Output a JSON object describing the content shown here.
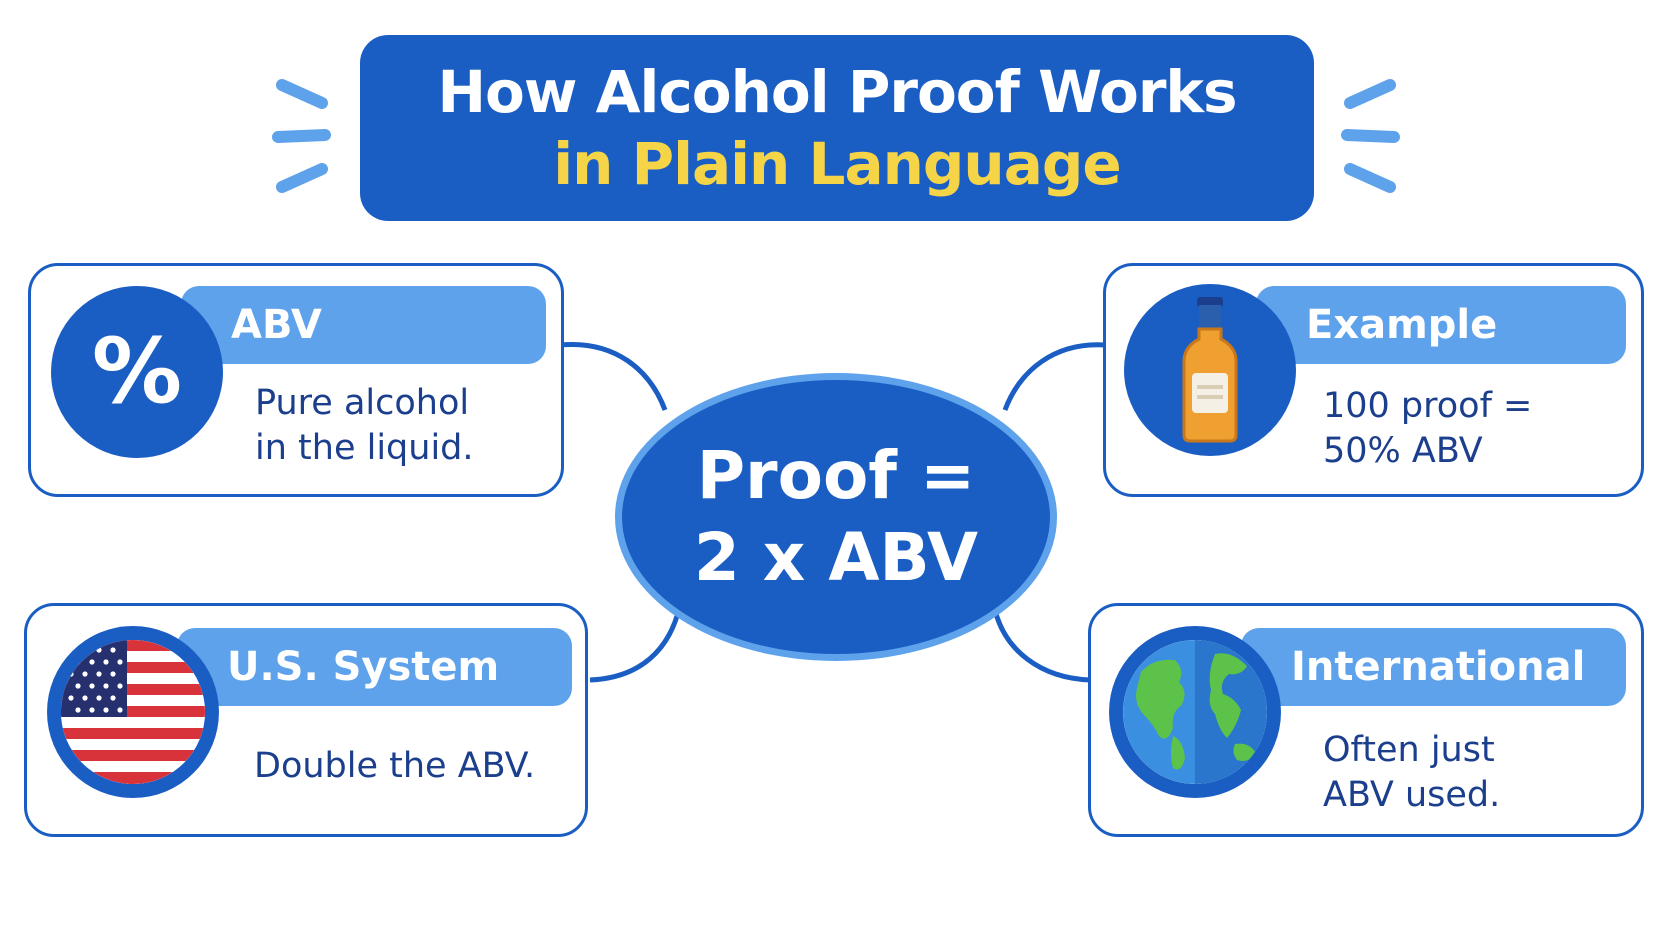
{
  "title": {
    "line1": "How Alcohol Proof Works",
    "line2": "in Plain Language"
  },
  "center": {
    "line1": "Proof =",
    "line2": "2 x ABV"
  },
  "cards": {
    "abv": {
      "header": "ABV",
      "body_line1": "Pure alcohol",
      "body_line2": "in the liquid.",
      "icon_text": "%"
    },
    "example": {
      "header": "Example",
      "body_line1": "100 proof =",
      "body_line2": "50% ABV"
    },
    "us_system": {
      "header": "U.S. System",
      "body_line1": "Double the ABV."
    },
    "international": {
      "header": "International",
      "body_line1": "Often just",
      "body_line2": "ABV used."
    }
  },
  "icons": {
    "abv": "percent-icon",
    "example": "liquor-bottle-icon",
    "us_system": "us-flag-icon",
    "international": "globe-icon"
  },
  "colors": {
    "primary_blue": "#1a5ec4",
    "light_blue": "#5ea2ec",
    "title_yellow": "#f5d447",
    "body_text": "#1b3f8c",
    "background": "#ffffff"
  }
}
